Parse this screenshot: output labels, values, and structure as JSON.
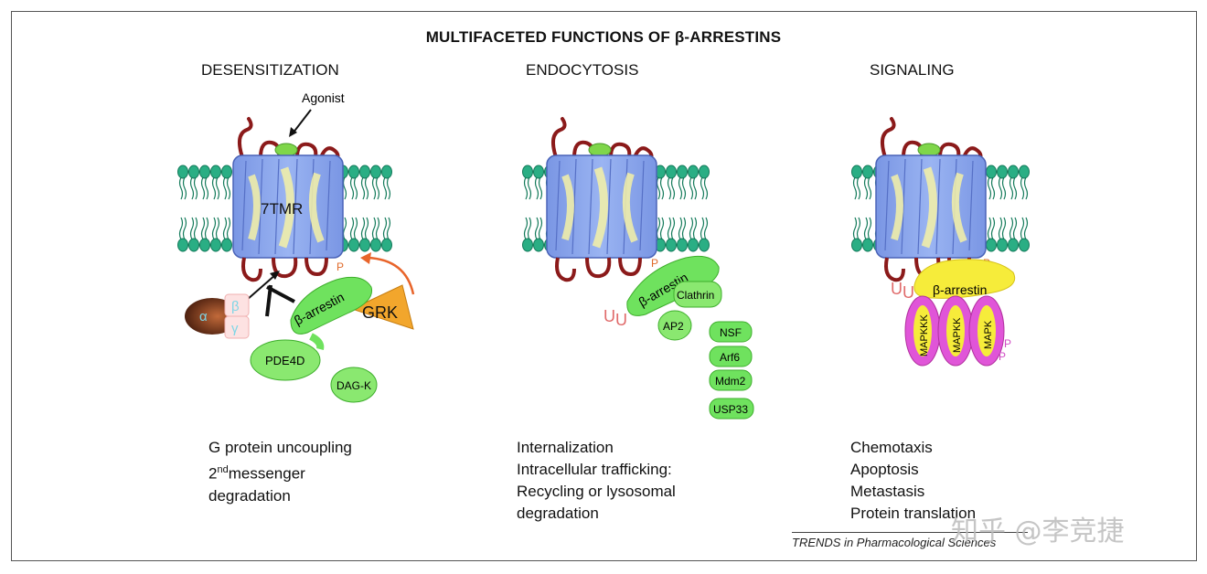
{
  "title": "MULTIFACETED FUNCTIONS OF β-ARRESTINS",
  "panels": [
    {
      "heading": "DESENSITIZATION",
      "agonist_label": "Agonist",
      "receptor_label": "7TMR",
      "arrestin_label": "β-arrestin",
      "g_alpha": "α",
      "g_beta": "β",
      "g_gamma": "γ",
      "grk_label": "GRK",
      "pde_label": "PDE4D",
      "dag_label": "DAG-K",
      "phospho": "P",
      "desc_line1": "G protein uncoupling",
      "desc_line2_base": "2",
      "desc_line2_sup": "nd",
      "desc_line2_rest": "messenger",
      "desc_line3": "degradation"
    },
    {
      "heading": "ENDOCYTOSIS",
      "arrestin_label": "β-arrestin",
      "clathrin_label": "Clathrin",
      "ap2_label": "AP2",
      "ub": "U",
      "partners": [
        "NSF",
        "Arf6",
        "Mdm2",
        "USP33"
      ],
      "phospho": "P",
      "desc_lines": [
        "Internalization",
        "Intracellular trafficking:",
        "Recycling or lysosomal",
        "degradation"
      ]
    },
    {
      "heading": "SIGNALING",
      "arrestin_label": "β-arrestin",
      "kinases": [
        "MAPKKK",
        "MAPKK",
        "MAPK"
      ],
      "ub": "U",
      "phospho": "P",
      "desc_lines": [
        "Chemotaxis",
        "Apoptosis",
        "Metastasis",
        "Protein translation"
      ]
    }
  ],
  "credit": "TRENDS in Pharmacological Sciences",
  "watermark": "知乎 @李竞捷",
  "colors": {
    "receptor": "#7d9ae6",
    "receptor_core": "#f4f1a6",
    "loops": "#8b1a1a",
    "lipid_head": "#2aae84",
    "arrestin_green": "#6fe25e",
    "arrestin_yellow": "#f6ec3a",
    "grk": "#f2a62c",
    "kinase": "#e055d8",
    "ubiquitin": "#e06a6a"
  }
}
